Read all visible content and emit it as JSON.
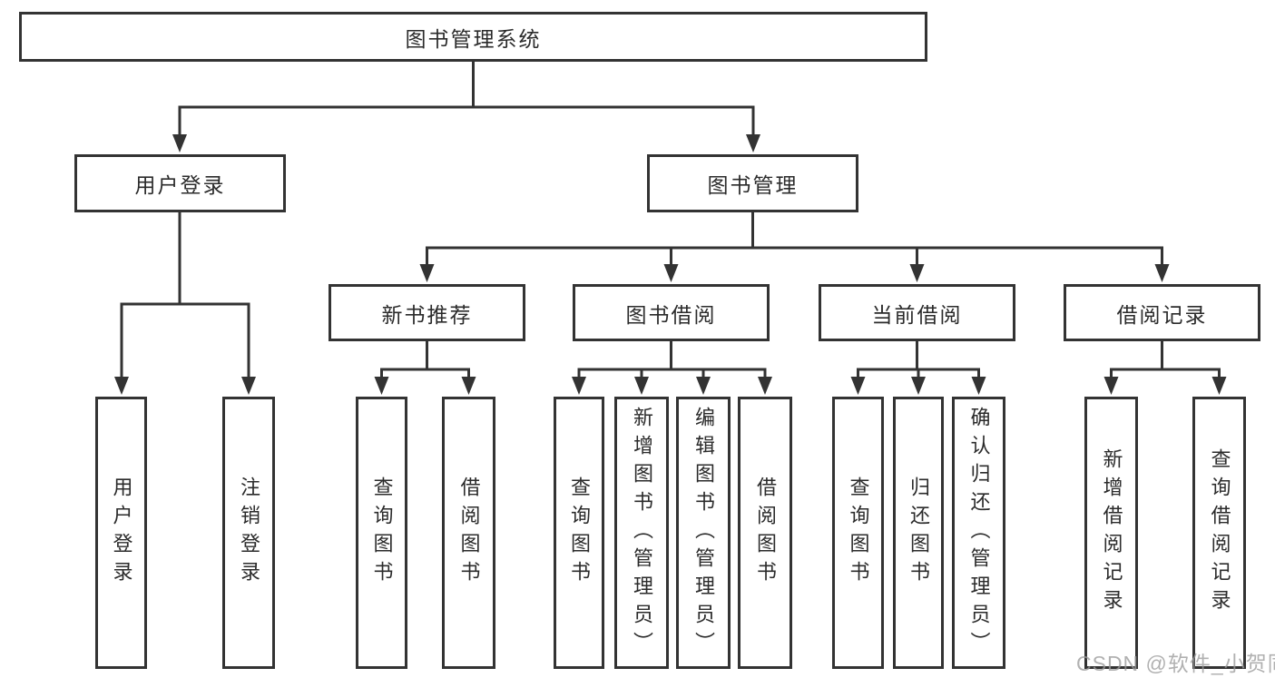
{
  "tree": {
    "label": "图书管理系统",
    "children": [
      {
        "label": "用户登录",
        "children": [
          {
            "label": "用户登录"
          },
          {
            "label": "注销登录"
          }
        ]
      },
      {
        "label": "图书管理",
        "children": [
          {
            "label": "新书推荐",
            "children": [
              {
                "label": "查询图书"
              },
              {
                "label": "借阅图书"
              }
            ]
          },
          {
            "label": "图书借阅",
            "children": [
              {
                "label": "查询图书"
              },
              {
                "label": "新增图书（管理员）"
              },
              {
                "label": "编辑图书（管理员）"
              },
              {
                "label": "借阅图书"
              }
            ]
          },
          {
            "label": "当前借阅",
            "children": [
              {
                "label": "查询图书"
              },
              {
                "label": "归还图书"
              },
              {
                "label": "确认归还（管理员）"
              }
            ]
          },
          {
            "label": "借阅记录",
            "children": [
              {
                "label": "新增借阅记录"
              },
              {
                "label": "查询借阅记录"
              }
            ]
          }
        ]
      }
    ]
  },
  "watermark": "CSDN @软件_小贺同学",
  "colors": {
    "line": "#333333",
    "watermark_gray": "#9b9b9b"
  }
}
